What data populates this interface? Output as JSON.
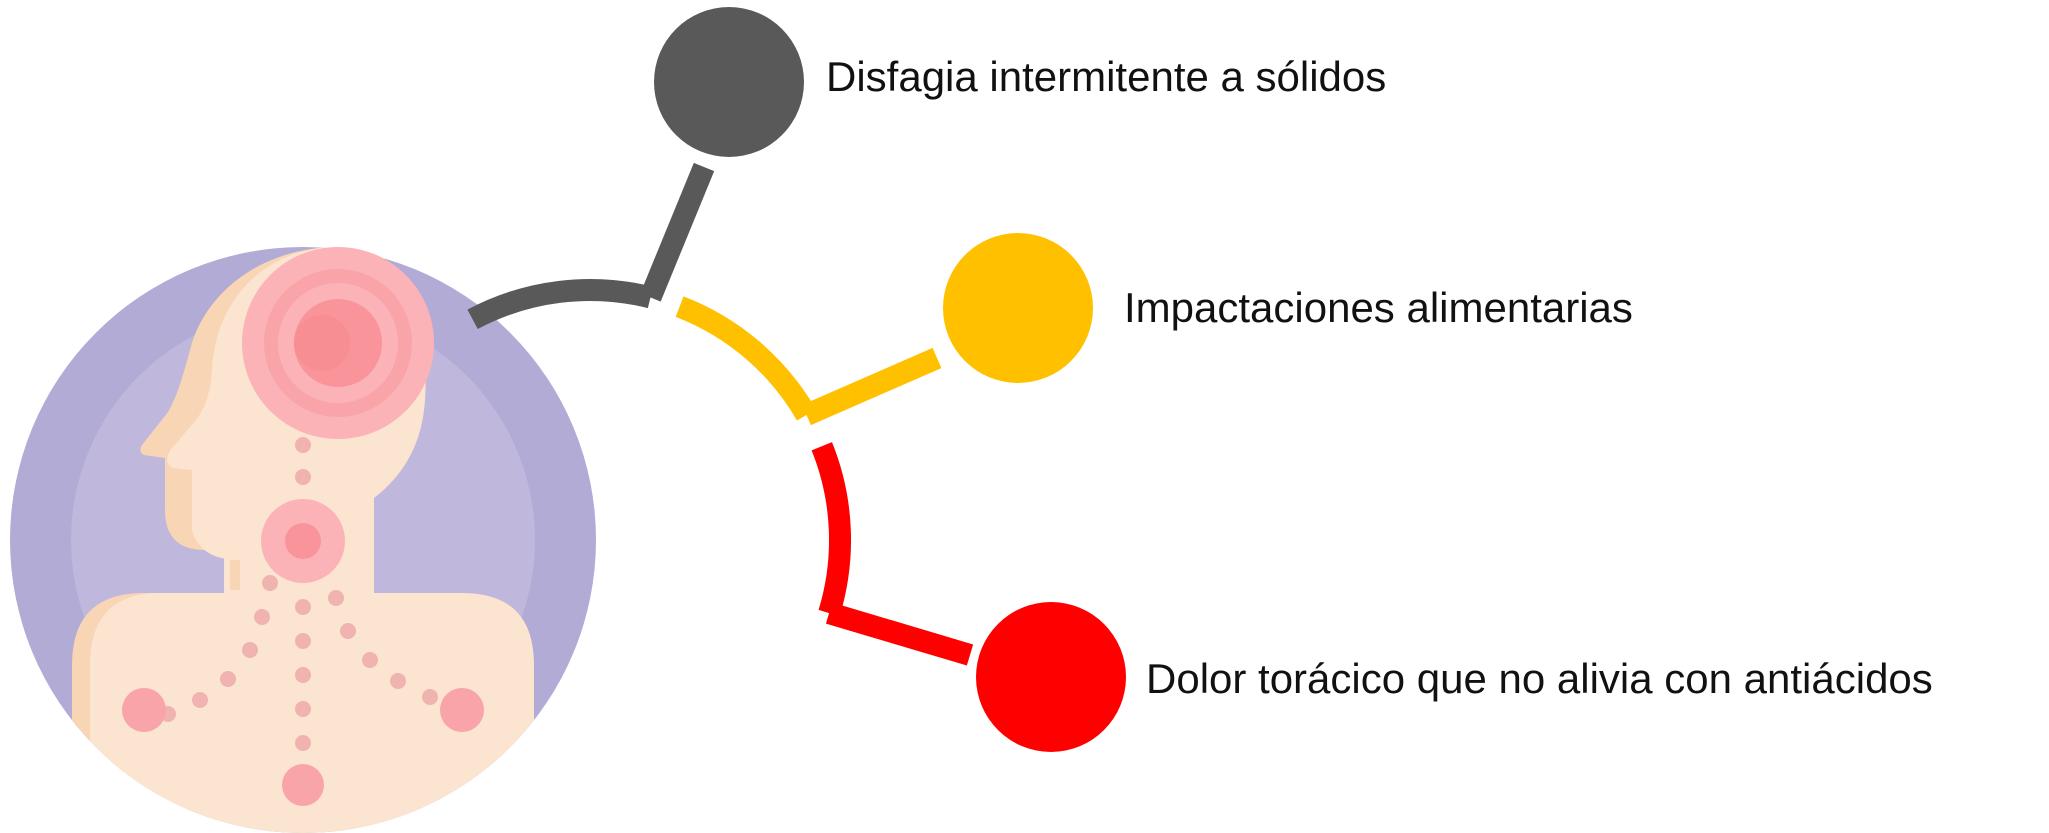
{
  "items": [
    {
      "label": "Disfagia intermitente a sólidos",
      "color": "#595959"
    },
    {
      "label": "Impactaciones alimentarias",
      "color": "#FFC000"
    },
    {
      "label": "Dolor torácico que no alivia con antiácidos",
      "color": "#FF0000"
    }
  ],
  "illustration": {
    "icon": "head-neck-chest-pain-icon",
    "colors": {
      "outer_circle": "#B1ABD5",
      "inner_circle": "#BFB8DC",
      "skin": "#FBE5D0",
      "skin_shadow": "#F8D5B4",
      "pain_ring": "#FBB3B8",
      "pain_core": "#F9949A",
      "dots": "#F0B3B0"
    }
  }
}
